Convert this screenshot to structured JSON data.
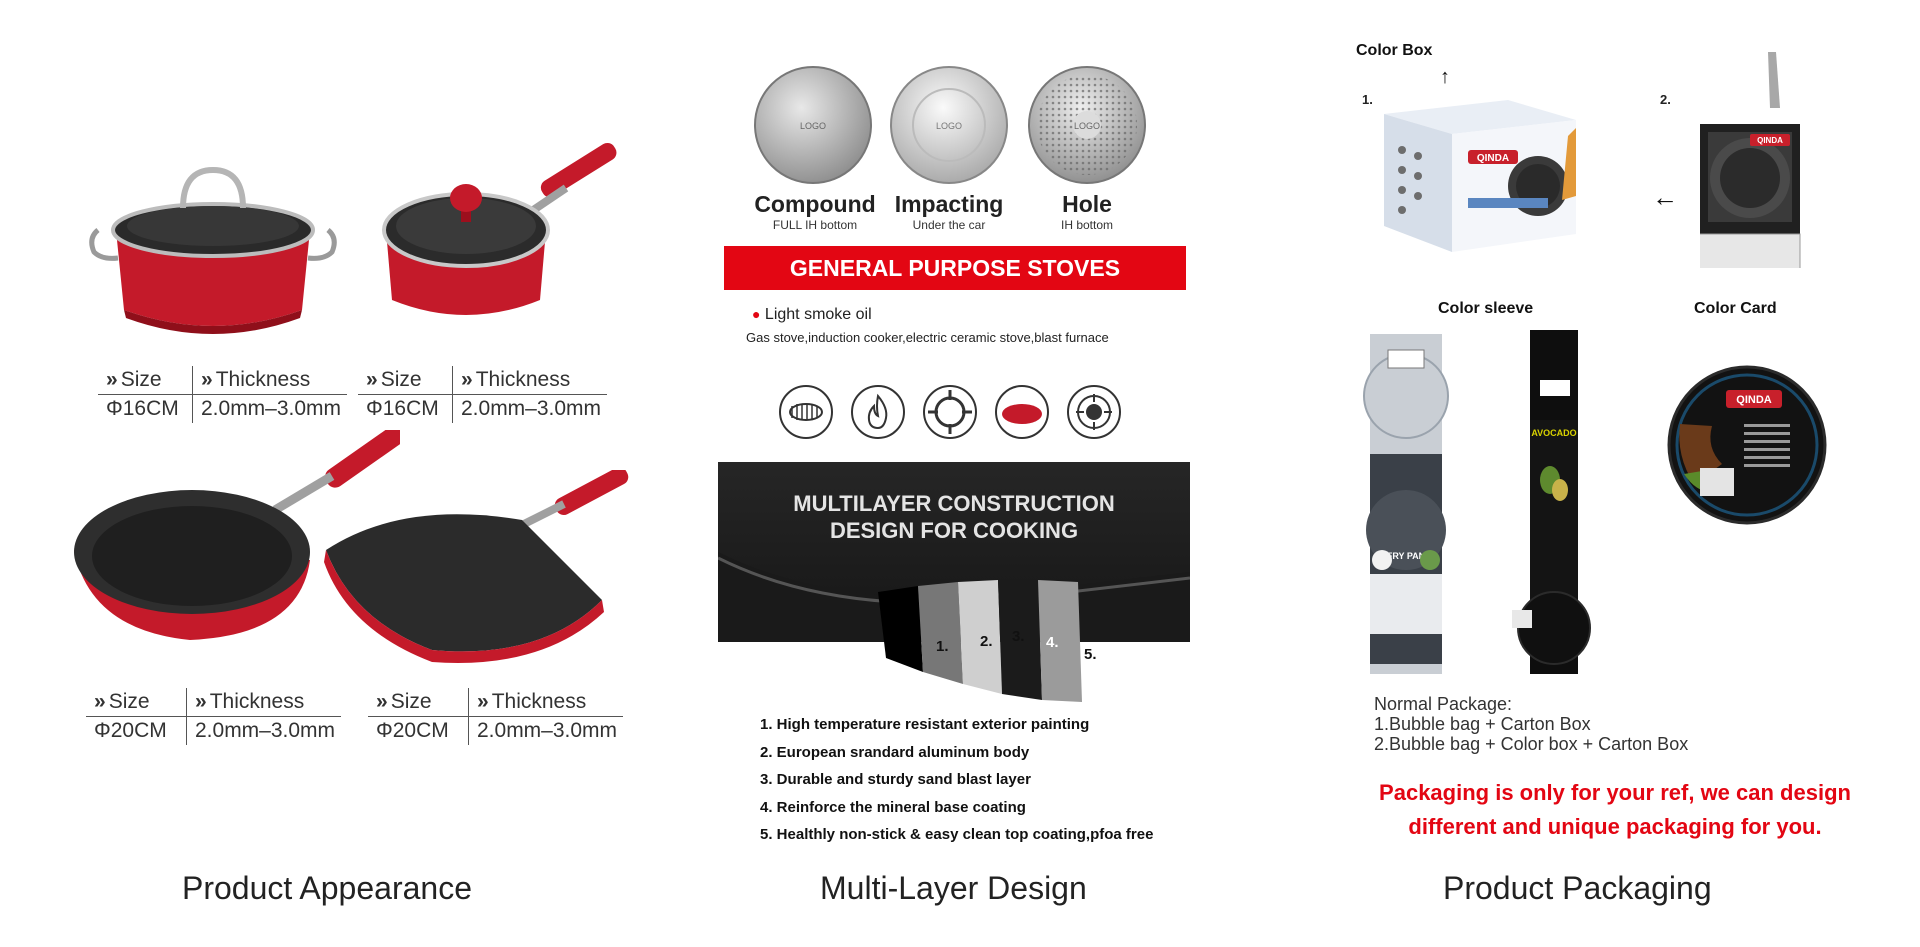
{
  "captions": {
    "appearance": "Product Appearance",
    "multilayer": "Multi-Layer Design",
    "packaging": "Product Packaging"
  },
  "specs": [
    {
      "size_label": "Size",
      "thickness_label": "Thickness",
      "size": "Φ16CM",
      "thickness": "2.0mm–3.0mm"
    },
    {
      "size_label": "Size",
      "thickness_label": "Thickness",
      "size": "Φ16CM",
      "thickness": "2.0mm–3.0mm"
    },
    {
      "size_label": "Size",
      "thickness_label": "Thickness",
      "size": "Φ20CM",
      "thickness": "2.0mm–3.0mm"
    },
    {
      "size_label": "Size",
      "thickness_label": "Thickness",
      "size": "Φ20CM",
      "thickness": "2.0mm–3.0mm"
    }
  ],
  "bottoms": [
    {
      "title": "Compound",
      "subtitle": "FULL IH bottom",
      "logo": "LOGO"
    },
    {
      "title": "Impacting",
      "subtitle": "Under the car",
      "logo": "LOGO"
    },
    {
      "title": "Hole",
      "subtitle": "IH bottom",
      "logo": "LOGO"
    }
  ],
  "banner": "GENERAL PURPOSE STOVES",
  "oil_note": "Light smoke oil",
  "stoves_line": "Gas stove,induction cooker,electric ceramic stove,blast furnace",
  "construction_title_1": "MULTILAYER CONSTRUCTION",
  "construction_title_2": "DESIGN FOR COOKING",
  "layer_numbers": [
    "1.",
    "2.",
    "3.",
    "4.",
    "5."
  ],
  "features": [
    "1. High temperature resistant exterior painting",
    "2. European srandard aluminum body",
    "3. Durable and sturdy sand blast layer",
    "4. Reinforce the mineral base coating",
    "5. Healthly non-stick & easy clean top coating,pfoa free"
  ],
  "packaging": {
    "color_box": "Color Box",
    "color_sleeve": "Color sleeve",
    "color_card": "Color Card",
    "marker_1": "1.",
    "marker_2": "2.",
    "brand": "QINDA",
    "sleeve_label_1": "FRY PAN",
    "sleeve_label_2": "AVOCADO",
    "normal_title": "Normal Package:",
    "normal_1": "1.Bubble bag + Carton Box",
    "normal_2": "2.Bubble bag + Color box + Carton Box",
    "note_1": "Packaging is only for your ref, we can design",
    "note_2": "different and unique packaging for you."
  },
  "colors": {
    "brand_red": "#c8202b",
    "banner_red": "#e30613",
    "note_red": "#e30613"
  }
}
